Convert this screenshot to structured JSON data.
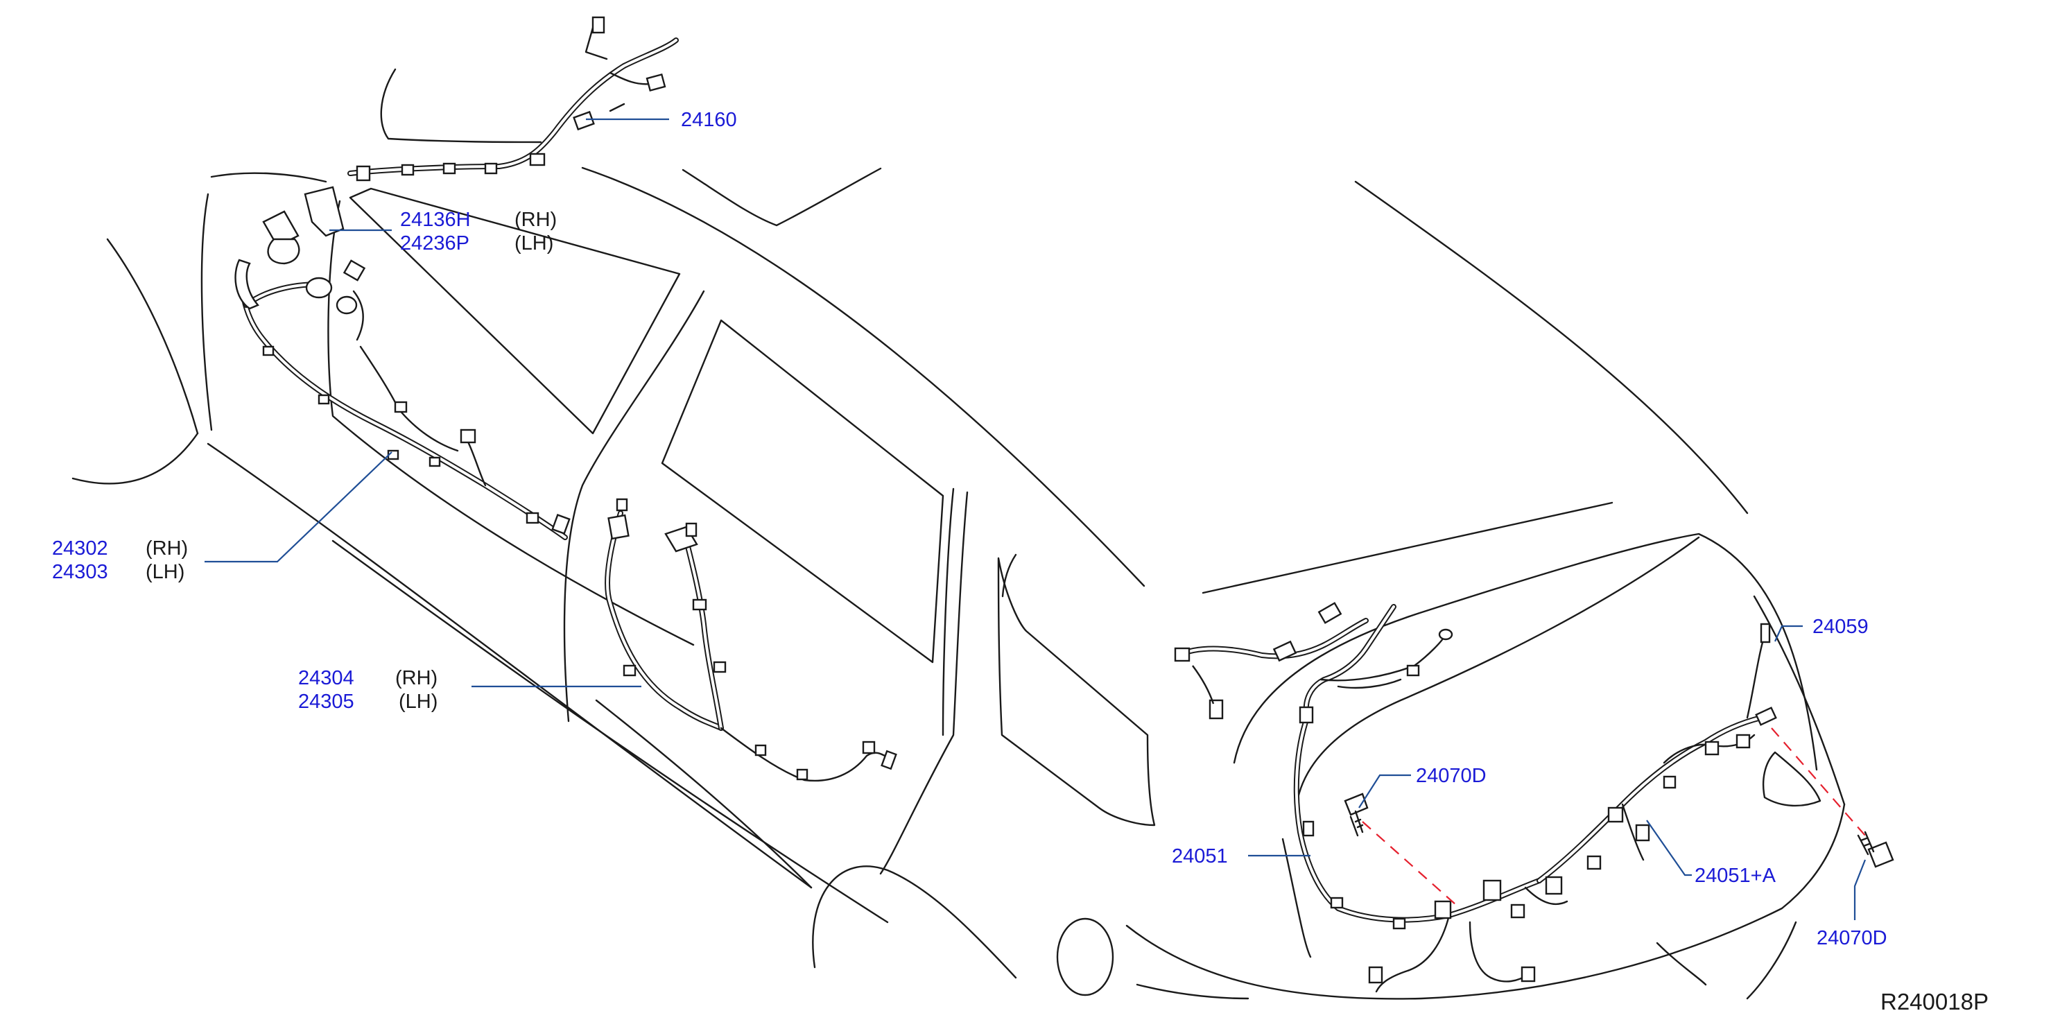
{
  "callouts": {
    "c24160": {
      "part": "24160"
    },
    "c24136": {
      "part_rh": "24136H",
      "side_rh": "(RH)",
      "part_lh": "24236P",
      "side_lh": "(LH)"
    },
    "c24302": {
      "part_rh": "24302",
      "side_rh": "(RH)",
      "part_lh": "24303",
      "side_lh": "(LH)"
    },
    "c24304": {
      "part_rh": "24304",
      "side_rh": "(RH)",
      "part_lh": "24305",
      "side_lh": "(LH)"
    },
    "c24059": {
      "part": "24059"
    },
    "c24070d_left": {
      "part": "24070D"
    },
    "c24051": {
      "part": "24051"
    },
    "c24051a": {
      "part": "24051+A"
    },
    "c24070d_right": {
      "part": "24070D"
    }
  },
  "reference_code": "R240018P",
  "colors": {
    "part_number_text": "#1a1ad6",
    "leader_line": "#1f4e96",
    "dashed_bolt_line": "#e5202e",
    "line_art": "#1a1a1a"
  }
}
